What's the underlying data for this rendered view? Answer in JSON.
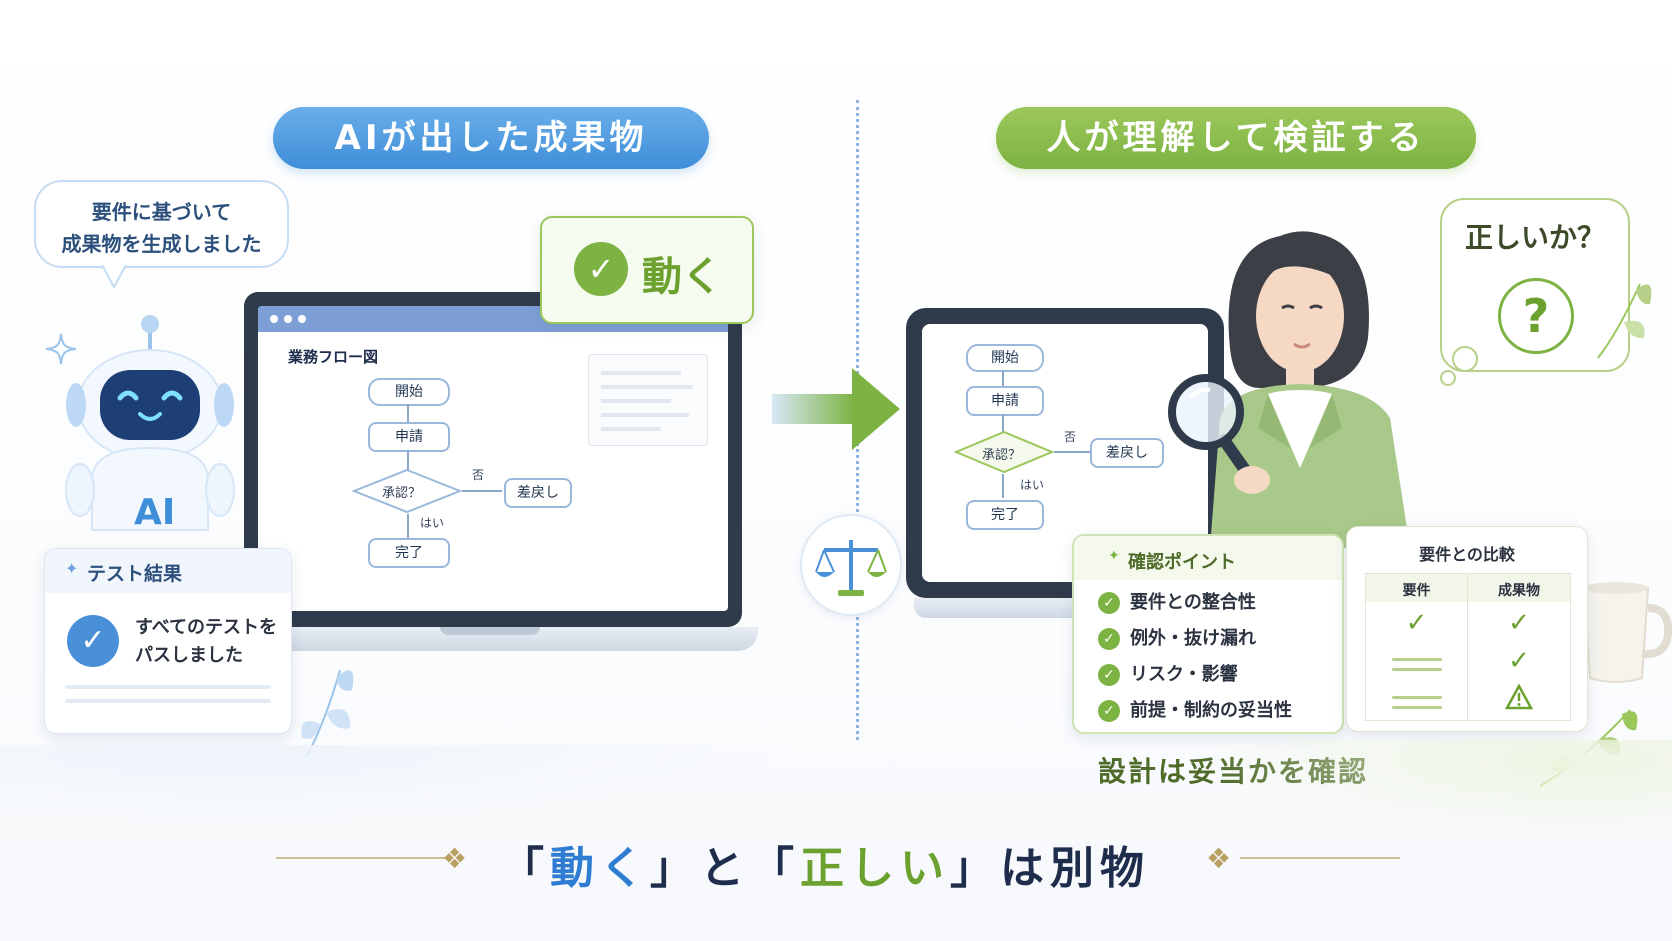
{
  "left": {
    "heading": "AIが出した成果物",
    "ai_bubble_line1": "要件に基づいて",
    "ai_bubble_line2": "成果物を生成しました",
    "robot_label": "AI",
    "works_badge": "動く",
    "flow_title": "業務フロー図",
    "flow": {
      "start": "開始",
      "apply": "申請",
      "approve": "承認？",
      "no": "否",
      "yes": "はい",
      "return": "差戻し",
      "done": "完了"
    },
    "test_card": {
      "title": "テスト結果",
      "line1": "すべてのテストを",
      "line2": "パスしました"
    }
  },
  "right": {
    "heading": "人が理解して検証する",
    "thought_bubble": "正しいか？",
    "question_mark": "?",
    "flow": {
      "start": "開始",
      "apply": "申請",
      "approve": "承認？",
      "no": "否",
      "yes": "はい",
      "return": "差戻し",
      "done": "完了"
    },
    "checkpoints": {
      "title": "確認ポイント",
      "items": [
        "要件との整合性",
        "例外・抜け漏れ",
        "リスク・影響",
        "前提・制約の妥当性"
      ]
    },
    "comparison": {
      "title": "要件との比較",
      "col1": "要件",
      "col2": "成果物"
    },
    "caption": "設計は妥当かを確認"
  },
  "bottom": {
    "p1": "「",
    "w1": "動く",
    "p2": "」と「",
    "w2": "正しい",
    "p3": "」は別物"
  },
  "colors": {
    "blue": "#3f8ed9",
    "green": "#7cb342",
    "navy": "#1f2d4d"
  }
}
